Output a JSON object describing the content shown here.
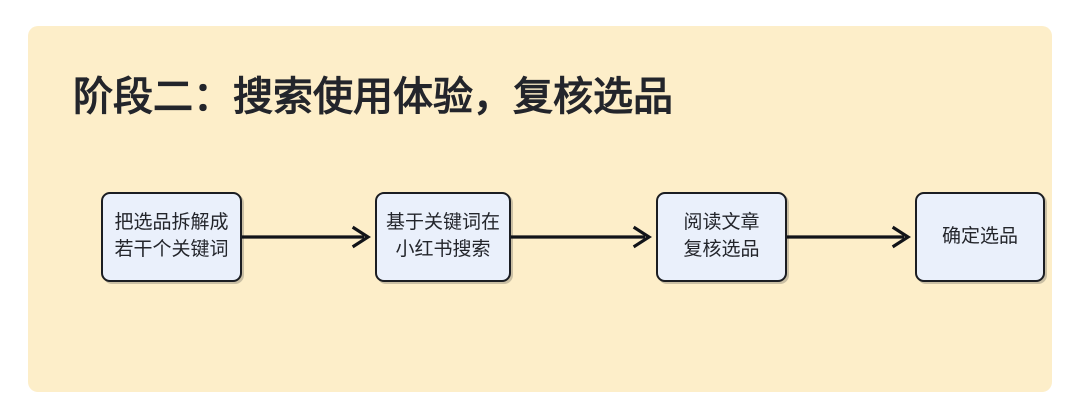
{
  "canvas": {
    "background_color": "#fdeec9",
    "corner_radius": "10px"
  },
  "title": {
    "text": "阶段二：搜索使用体验，复核选品",
    "color": "#23252b"
  },
  "flow": {
    "node_fill_color": "#eaf0fb",
    "node_border_color": "#1b1d22",
    "arrow_color": "#111318",
    "nodes": [
      {
        "id": "node-0",
        "lines": [
          "把选品拆解成",
          "若干个关键词"
        ]
      },
      {
        "id": "node-1",
        "lines": [
          "基于关键词在",
          "小红书搜索"
        ]
      },
      {
        "id": "node-2",
        "lines": [
          "阅读文章",
          "复核选品"
        ]
      },
      {
        "id": "node-3",
        "lines": [
          "确定选品"
        ]
      }
    ],
    "connectors": [
      {
        "id": "conn-0",
        "from": "node-0",
        "to": "node-1",
        "icon": "arrow-right-icon"
      },
      {
        "id": "conn-1",
        "from": "node-1",
        "to": "node-2",
        "icon": "arrow-right-icon"
      },
      {
        "id": "conn-2",
        "from": "node-2",
        "to": "node-3",
        "icon": "arrow-right-icon"
      }
    ]
  }
}
